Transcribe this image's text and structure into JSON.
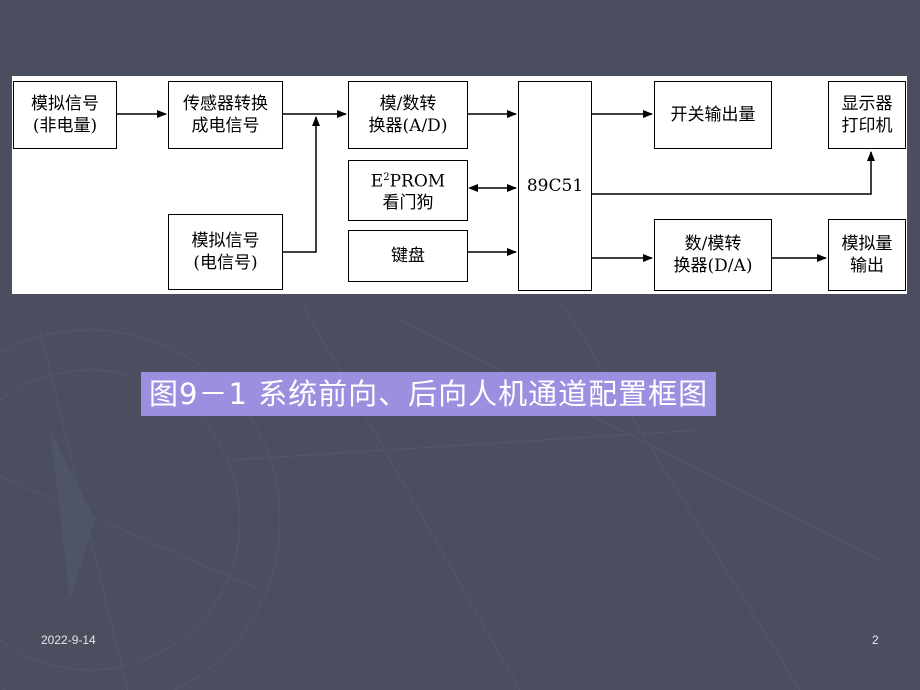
{
  "diagram": {
    "nodes": {
      "analog_nonelec": "模拟信号\n(非电量)",
      "sensor": "传感器转换\n成电信号",
      "adc": "模/数转\n换器(A/D)",
      "eeprom_base": "E",
      "eeprom_sup": "2",
      "eeprom_rest": "PROM",
      "eeprom_line2": "看门狗",
      "mcu": "89C51",
      "switch_out": "开关输出量",
      "display": "显示器\n打印机",
      "analog_elec": "模拟信号\n(电信号)",
      "keyboard": "键盘",
      "dac": "数/模转\n换器(D/A)",
      "analog_out": "模拟量\n输出"
    }
  },
  "caption": "图9－1  系统前向、后向人机通道配置框图",
  "footer": {
    "date": "2022-9-14",
    "page": "2"
  }
}
